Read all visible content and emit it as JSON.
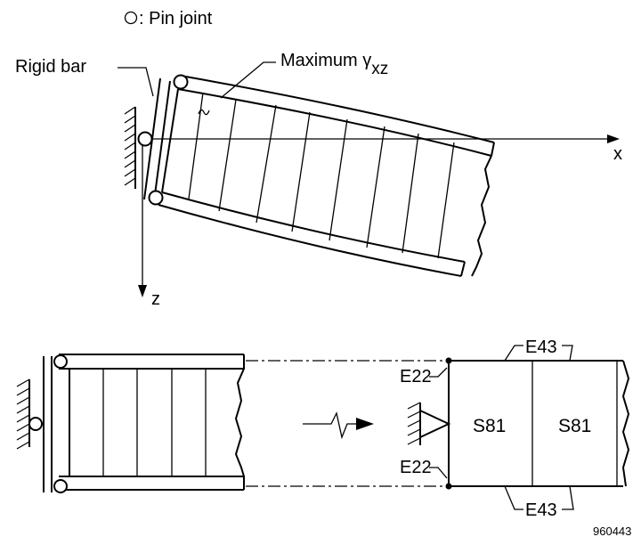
{
  "legend": {
    "pin_symbol": "O",
    "pin_text": ": Pin joint"
  },
  "upper_view": {
    "rigid_bar_label": "Rigid bar",
    "max_shear_label": "Maximum",
    "gamma_symbol": "γ",
    "gamma_subscript": "xz",
    "x_axis_label": "x",
    "z_axis_label": "z"
  },
  "lower_view": {
    "edge_top_label": "E43",
    "edge_bottom_label": "E43",
    "end_top_label": "E22",
    "end_bottom_label": "E22",
    "shell_labels": [
      "S81",
      "S81"
    ]
  },
  "figure_id": "960443",
  "colors": {
    "ink": "#000000",
    "background": "#ffffff"
  }
}
